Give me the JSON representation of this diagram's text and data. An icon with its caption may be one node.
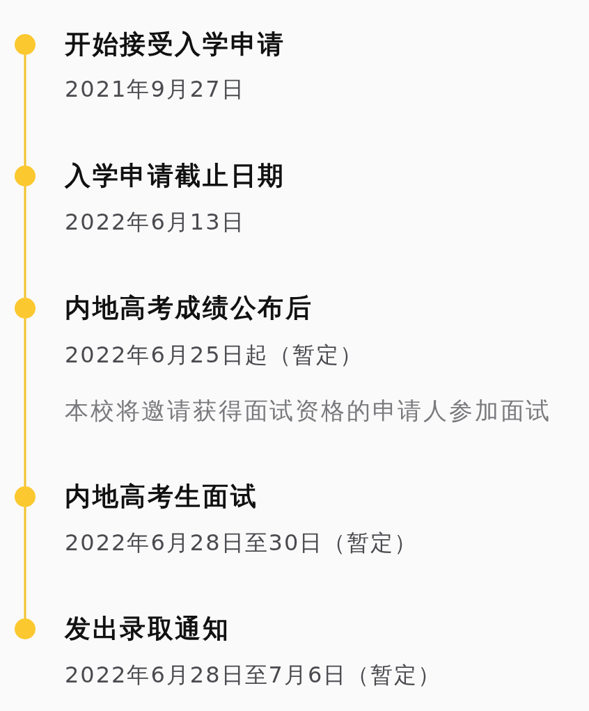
{
  "diagram": {
    "nodes": [
      {
        "text": [],
        "shape": "circle",
        "beside": [
          "开始接受入学申请",
          "2021年9月27日"
        ]
      },
      {
        "text": [],
        "shape": "circle",
        "beside": [
          "入学申请截止日期",
          "2022年6月13日"
        ]
      },
      {
        "text": [],
        "shape": "circle",
        "beside": [
          "内地高考成绩公布后",
          "2022年6月25日起（暂定）",
          "本校将邀请获得面试资格的申请人参加面试"
        ]
      },
      {
        "text": [],
        "shape": "circle",
        "beside": [
          "内地高考生面试",
          "2022年6月28日至30日（暂定）"
        ]
      },
      {
        "text": [],
        "shape": "circle",
        "beside": [
          "发出录取通知",
          "2022年6月28日至7月6日（暂定）"
        ]
      }
    ],
    "edges": [
      {
        "from": 0,
        "to": 1,
        "arrow": "none"
      },
      {
        "from": 1,
        "to": 2,
        "arrow": "none"
      },
      {
        "from": 2,
        "to": 3,
        "arrow": "none"
      },
      {
        "from": 3,
        "to": 4,
        "arrow": "none"
      }
    ]
  }
}
